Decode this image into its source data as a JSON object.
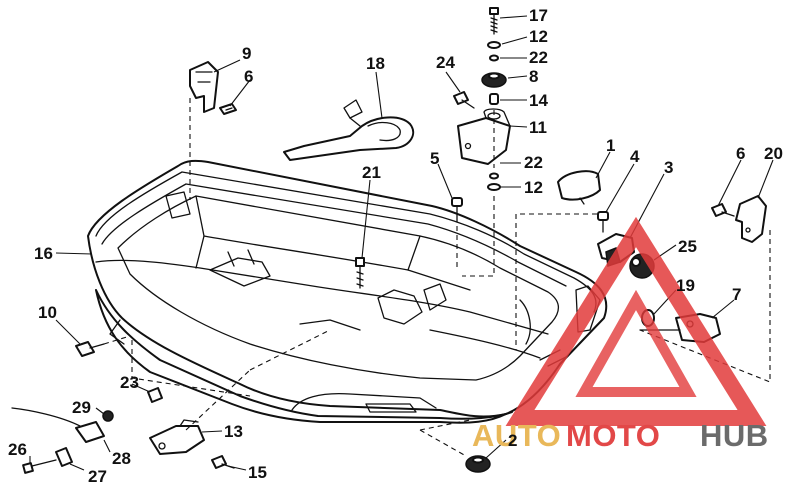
{
  "diagram": {
    "callouts": [
      {
        "id": "c17",
        "text": "17"
      },
      {
        "id": "c12a",
        "text": "12"
      },
      {
        "id": "c22a",
        "text": "22"
      },
      {
        "id": "c8",
        "text": "8"
      },
      {
        "id": "c14",
        "text": "14"
      },
      {
        "id": "c11",
        "text": "11"
      },
      {
        "id": "c24",
        "text": "24"
      },
      {
        "id": "c18",
        "text": "18"
      },
      {
        "id": "c9",
        "text": "9"
      },
      {
        "id": "c6a",
        "text": "6"
      },
      {
        "id": "c5",
        "text": "5"
      },
      {
        "id": "c22b",
        "text": "22"
      },
      {
        "id": "c12b",
        "text": "12"
      },
      {
        "id": "c1",
        "text": "1"
      },
      {
        "id": "c4",
        "text": "4"
      },
      {
        "id": "c3",
        "text": "3"
      },
      {
        "id": "c6b",
        "text": "6"
      },
      {
        "id": "c20",
        "text": "20"
      },
      {
        "id": "c21",
        "text": "21"
      },
      {
        "id": "c16",
        "text": "16"
      },
      {
        "id": "c25",
        "text": "25"
      },
      {
        "id": "c19",
        "text": "19"
      },
      {
        "id": "c7",
        "text": "7"
      },
      {
        "id": "c10",
        "text": "10"
      },
      {
        "id": "c23",
        "text": "23"
      },
      {
        "id": "c29",
        "text": "29"
      },
      {
        "id": "c13",
        "text": "13"
      },
      {
        "id": "c2",
        "text": "2"
      },
      {
        "id": "c26",
        "text": "26"
      },
      {
        "id": "c28",
        "text": "28"
      },
      {
        "id": "c27",
        "text": "27"
      },
      {
        "id": "c15",
        "text": "15"
      }
    ]
  },
  "watermark": {
    "part1": "AUTO",
    "part2": "MOTO",
    "part3": "HUB",
    "colors": {
      "auto": "#e9b85a",
      "moto": "#e24848",
      "hub": "#6b6b6b",
      "triangle": "#e23b3b"
    }
  }
}
